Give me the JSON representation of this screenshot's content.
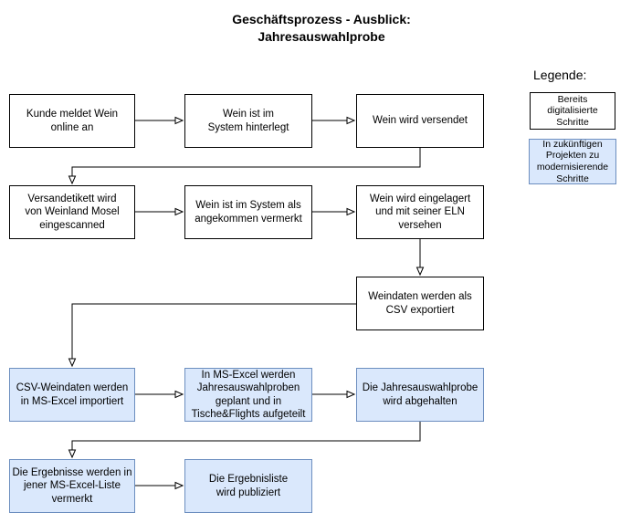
{
  "title": "Geschäftsprozess - Ausblick:\nJahresauswahlprobe",
  "legend": {
    "heading": "Legende:",
    "items": [
      {
        "label": "Bereits digitalisierte\nSchritte",
        "style": "digitalized"
      },
      {
        "label": "In zukünftigen\nProjekten zu\nmodernisierende\nSchritte",
        "style": "modernize"
      }
    ]
  },
  "colors": {
    "digitalized_fill": "#ffffff",
    "digitalized_border": "#000000",
    "modernize_fill": "#dae8fc",
    "modernize_border": "#6c8ebf",
    "connector": "#000000",
    "text": "#000000"
  },
  "flow": {
    "nodes": [
      {
        "id": "online-anmeldung",
        "label": "Kunde meldet Wein\nonline an",
        "style": "digitalized"
      },
      {
        "id": "system-hinterlegt",
        "label": "Wein ist im\nSystem hinterlegt",
        "style": "digitalized"
      },
      {
        "id": "wein-versendet",
        "label": "Wein wird versendet",
        "style": "digitalized"
      },
      {
        "id": "etikett-eingescanned",
        "label": "Versandetikett wird\nvon Weinland Mosel\neingescanned",
        "style": "digitalized"
      },
      {
        "id": "angekommen-vermerkt",
        "label": "Wein ist im System als\nangekommen vermerkt",
        "style": "digitalized"
      },
      {
        "id": "eingelagert-eln",
        "label": "Wein wird eingelagert\nund mit seiner ELN\nversehen",
        "style": "digitalized"
      },
      {
        "id": "csv-exportiert",
        "label": "Weindaten werden als\nCSV exportiert",
        "style": "digitalized"
      },
      {
        "id": "csv-importiert",
        "label": "CSV-Weindaten werden\nin MS-Excel importiert",
        "style": "modernize"
      },
      {
        "id": "proben-geplant",
        "label": "In MS-Excel werden\nJahresauswahlproben\ngeplant und in\nTische&Flights aufgeteilt",
        "style": "modernize"
      },
      {
        "id": "probe-abgehalten",
        "label": "Die Jahresauswahlprobe\nwird abgehalten",
        "style": "modernize"
      },
      {
        "id": "ergebnisse-vermerkt",
        "label": "Die Ergebnisse werden in\njener MS-Excel-Liste\nvermerkt",
        "style": "modernize"
      },
      {
        "id": "ergebnisliste-publiziert",
        "label": "Die Ergebnisliste\nwird publiziert",
        "style": "modernize"
      }
    ]
  }
}
